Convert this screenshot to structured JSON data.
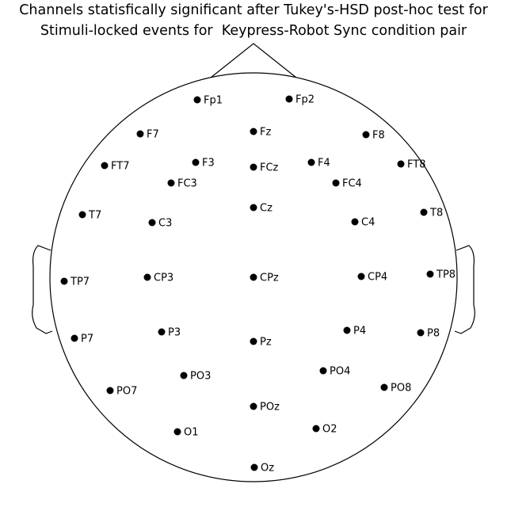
{
  "title": {
    "line1": "Channels statisfically significant after Tukey's-HSD post-hoc test for",
    "line2": "Stimuli-locked events for  Keypress-Robot Sync condition pair"
  },
  "colors": {
    "outline": "#000000",
    "electrode": "#000000",
    "background": "#ffffff"
  },
  "channels": [
    {
      "name": "Fp1"
    },
    {
      "name": "Fp2"
    },
    {
      "name": "F7"
    },
    {
      "name": "Fz"
    },
    {
      "name": "F8"
    },
    {
      "name": "FT7"
    },
    {
      "name": "F3"
    },
    {
      "name": "FCz"
    },
    {
      "name": "F4"
    },
    {
      "name": "FT8"
    },
    {
      "name": "FC3"
    },
    {
      "name": "FC4"
    },
    {
      "name": "T7"
    },
    {
      "name": "Cz"
    },
    {
      "name": "T8"
    },
    {
      "name": "C3"
    },
    {
      "name": "C4"
    },
    {
      "name": "TP7"
    },
    {
      "name": "CP3"
    },
    {
      "name": "CPz"
    },
    {
      "name": "CP4"
    },
    {
      "name": "TP8"
    },
    {
      "name": "P7"
    },
    {
      "name": "P3"
    },
    {
      "name": "Pz"
    },
    {
      "name": "P4"
    },
    {
      "name": "P8"
    },
    {
      "name": "PO3"
    },
    {
      "name": "PO4"
    },
    {
      "name": "PO7"
    },
    {
      "name": "PO8"
    },
    {
      "name": "POz"
    },
    {
      "name": "O1"
    },
    {
      "name": "O2"
    },
    {
      "name": "Oz"
    }
  ]
}
